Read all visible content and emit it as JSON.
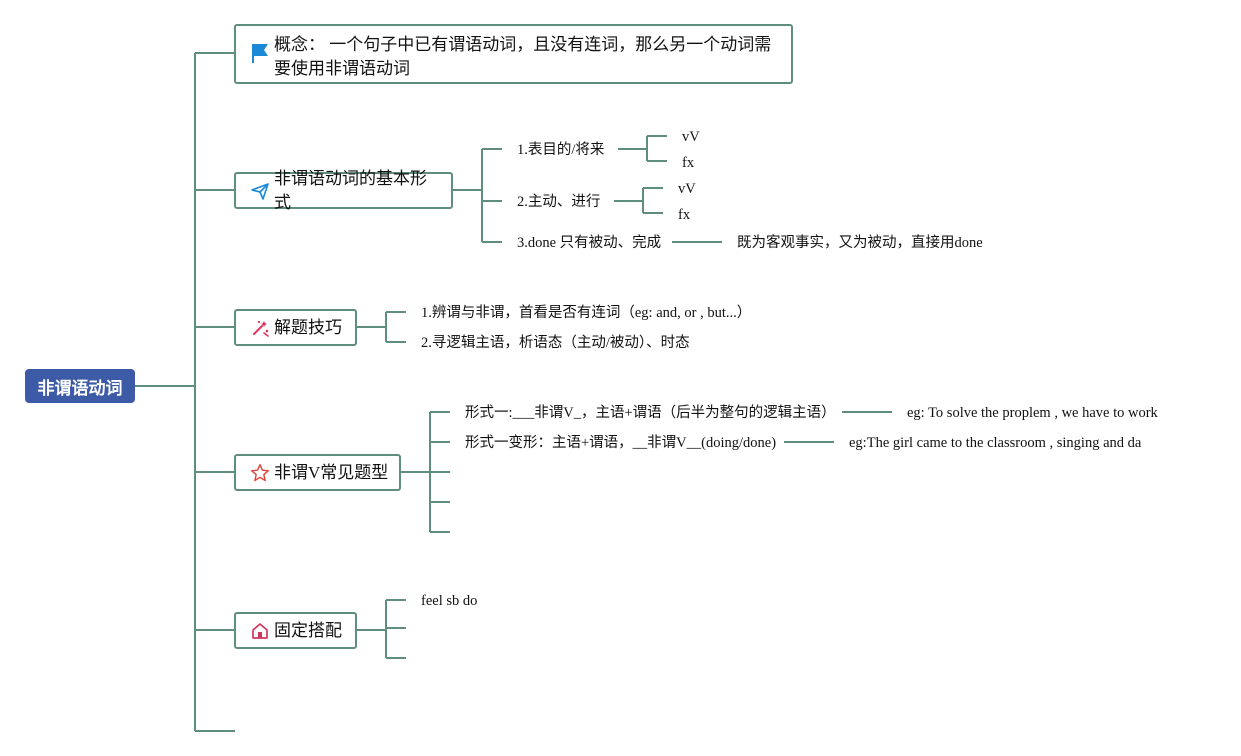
{
  "root": {
    "label": "非谓语动词"
  },
  "topics": {
    "concept": {
      "icon": "flag-icon",
      "text": "概念： 一个句子中已有谓语动词，且没有连词，那么另一个动词需要使用非谓语动词"
    },
    "forms": {
      "icon": "paper-plane-icon",
      "label": "非谓语动词的基本形式",
      "items": [
        {
          "label": "1.表目的/将来",
          "children": [
            "vV",
            "fx"
          ]
        },
        {
          "label": "2.主动、进行",
          "children": [
            "vV",
            "fx"
          ]
        },
        {
          "label": "3.done 只有被动、完成",
          "note": "既为客观事实，又为被动，直接用done"
        }
      ]
    },
    "tips": {
      "icon": "magic-wand-icon",
      "label": "解题技巧",
      "items": [
        "1.辨谓与非谓，首看是否有连词（eg: and, or , but...）",
        "2.寻逻辑主语，析语态（主动/被动）、时态"
      ]
    },
    "types": {
      "icon": "star-icon",
      "label": "非谓V常见题型",
      "items": [
        {
          "label": "形式一:___非谓V_，主语+谓语（后半为整句的逻辑主语）",
          "example": "eg: To solve the proplem , we have to work"
        },
        {
          "label": "形式一变形：主语+谓语，__非谓V__(doing/done)",
          "example": "eg:The girl came to the classroom , singing and da"
        }
      ]
    },
    "fixed": {
      "icon": "house-icon",
      "label": "固定搭配",
      "items": [
        "feel sb do"
      ]
    }
  }
}
